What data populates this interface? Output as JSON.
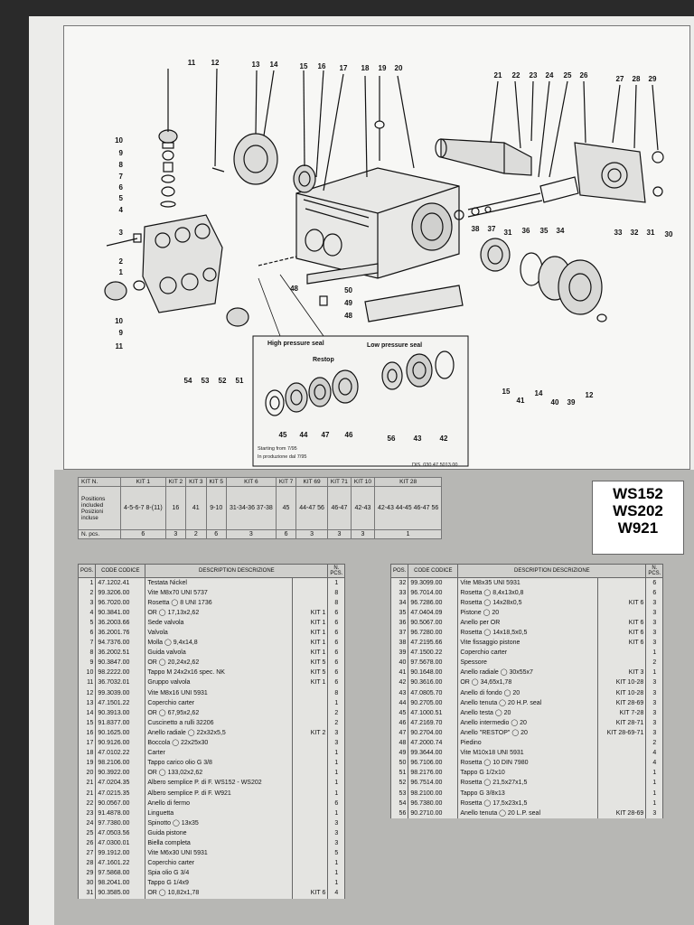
{
  "diagram": {
    "top_callouts": [
      "11",
      "12",
      "13",
      "14",
      "15",
      "16",
      "17",
      "18",
      "19",
      "20",
      "21",
      "22",
      "23",
      "24",
      "25",
      "26",
      "27",
      "28",
      "29"
    ],
    "left_callouts": [
      "10",
      "9",
      "8",
      "7",
      "6",
      "5",
      "4",
      "3",
      "2",
      "1",
      "10",
      "9",
      "11"
    ],
    "right_callouts": [
      "38",
      "37",
      "31",
      "36",
      "35",
      "34",
      "33",
      "32",
      "31",
      "30"
    ],
    "bottom_callouts": [
      "54",
      "53",
      "52",
      "51",
      "15",
      "41",
      "14",
      "40",
      "39",
      "12"
    ],
    "mid_callouts": [
      "48",
      "50",
      "49",
      "48"
    ],
    "high_pressure_label": "High pressure seal",
    "low_pressure_label": "Low pressure seal",
    "restop_label": "Restop",
    "seal_callouts": [
      "45",
      "44",
      "47",
      "46",
      "56",
      "43",
      "42"
    ],
    "starting_from_en": "Starting from 7/95",
    "starting_from_it": "In produzione dal 7/95",
    "dis_code": "DIS. 030 47.5013.00"
  },
  "kits": {
    "header_label": "KIT N.",
    "kit_names": [
      "KIT 1",
      "KIT 2",
      "KIT 3",
      "KIT 5",
      "KIT 6",
      "KIT 7",
      "KIT 69",
      "KIT 71",
      "KIT 10",
      "KIT 28"
    ],
    "positions_label": "Positions included",
    "positions_label_it": "Posizioni incluse",
    "positions": [
      "4-5-6-7 8-(11)",
      "16",
      "41",
      "9-10",
      "31-34-36 37-38",
      "45",
      "44-47 56",
      "46-47",
      "42-43",
      "42-43 44-45 46-47 56"
    ],
    "pcs_label": "N. pcs.",
    "pcs": [
      "6",
      "3",
      "2",
      "6",
      "3",
      "6",
      "3",
      "3",
      "3",
      "1"
    ]
  },
  "models": [
    "WS152",
    "WS202",
    "W921"
  ],
  "parts_header": {
    "pos": "POS.",
    "code": "CODE CODICE",
    "desc": "DESCRIPTION DESCRIZIONE",
    "pcs": "N. PCS."
  },
  "parts_left": [
    [
      "1",
      "47.1202.41",
      "Testata Nickel",
      "",
      "1"
    ],
    [
      "2",
      "99.3206.00",
      "Vite M8x70 UNI 5737",
      "",
      "8"
    ],
    [
      "3",
      "96.7020.00",
      "Rosetta ◯ 8 UNI 1736",
      "",
      "8"
    ],
    [
      "4",
      "90.3841.00",
      "OR ◯ 17,13x2,62",
      "KIT 1",
      "6"
    ],
    [
      "5",
      "36.2003.66",
      "Sede valvola",
      "KIT 1",
      "6"
    ],
    [
      "6",
      "36.2001.76",
      "Valvola",
      "KIT 1",
      "6"
    ],
    [
      "7",
      "94.7376.00",
      "Molla ◯ 9,4x14,8",
      "KIT 1",
      "6"
    ],
    [
      "8",
      "36.2002.51",
      "Guida valvola",
      "KIT 1",
      "6"
    ],
    [
      "9",
      "90.3847.00",
      "OR ◯ 20,24x2,62",
      "KIT 5",
      "6"
    ],
    [
      "10",
      "98.2222.00",
      "Tappo M 24x2x16 spec. NK",
      "KIT 5",
      "6"
    ],
    [
      "11",
      "36.7032.01",
      "Gruppo valvola",
      "KIT 1",
      "6"
    ],
    [
      "12",
      "99.3039.00",
      "Vite M8x16 UNI 5931",
      "",
      "8"
    ],
    [
      "13",
      "47.1501.22",
      "Coperchio carter",
      "",
      "1"
    ],
    [
      "14",
      "90.3913.00",
      "OR ◯ 67,95x2,62",
      "",
      "2"
    ],
    [
      "15",
      "91.8377.00",
      "Cuscinetto a rulli 32206",
      "",
      "2"
    ],
    [
      "16",
      "90.1625.00",
      "Anello radiale ◯ 22x32x5,5",
      "KIT 2",
      "3"
    ],
    [
      "17",
      "90.9126.00",
      "Boccola ◯ 22x25x30",
      "",
      "3"
    ],
    [
      "18",
      "47.0102.22",
      "Carter",
      "",
      "1"
    ],
    [
      "19",
      "98.2106.00",
      "Tappo carico olio G 3/8",
      "",
      "1"
    ],
    [
      "20",
      "90.3922.00",
      "OR ◯ 133,02x2,62",
      "",
      "1"
    ],
    [
      "21",
      "47.0204.35",
      "Albero semplice P. di F. WS152 - WS202",
      "",
      "1"
    ],
    [
      "21",
      "47.0215.35",
      "Albero semplice P. di F. W921",
      "",
      "1"
    ],
    [
      "22",
      "90.0567.00",
      "Anello di fermo",
      "",
      "6"
    ],
    [
      "23",
      "91.4878.00",
      "Linguetta",
      "",
      "1"
    ],
    [
      "24",
      "97.7380.00",
      "Spinotto ◯ 13x35",
      "",
      "3"
    ],
    [
      "25",
      "47.0503.56",
      "Guida pistone",
      "",
      "3"
    ],
    [
      "26",
      "47.0300.01",
      "Biella completa",
      "",
      "3"
    ],
    [
      "27",
      "99.1912.00",
      "Vite M6x30 UNI 5931",
      "",
      "5"
    ],
    [
      "28",
      "47.1601.22",
      "Coperchio carter",
      "",
      "1"
    ],
    [
      "29",
      "97.5868.00",
      "Spia olio G 3/4",
      "",
      "1"
    ],
    [
      "30",
      "98.2041.00",
      "Tappo G 1/4x9",
      "",
      "1"
    ],
    [
      "31",
      "90.3585.00",
      "OR ◯ 10,82x1,78",
      "KIT 6",
      "4"
    ]
  ],
  "parts_right": [
    [
      "32",
      "99.3099.00",
      "Vite M8x35 UNI 5931",
      "",
      "6"
    ],
    [
      "33",
      "96.7014.00",
      "Rosetta ◯ 8,4x13x0,8",
      "",
      "6"
    ],
    [
      "34",
      "96.7286.00",
      "Rosetta ◯ 14x28x0,5",
      "KIT 6",
      "3"
    ],
    [
      "35",
      "47.0404.09",
      "Pistone ◯ 20",
      "",
      "3"
    ],
    [
      "36",
      "90.5067.00",
      "Anello per OR",
      "KIT 6",
      "3"
    ],
    [
      "37",
      "96.7280.00",
      "Rosetta ◯ 14x18,5x0,5",
      "KIT 6",
      "3"
    ],
    [
      "38",
      "47.2195.66",
      "Vite fissaggio pistone",
      "KIT 6",
      "3"
    ],
    [
      "39",
      "47.1500.22",
      "Coperchio carter",
      "",
      "1"
    ],
    [
      "40",
      "97.5678.00",
      "Spessore",
      "",
      "2"
    ],
    [
      "41",
      "90.1648.00",
      "Anello radiale ◯ 30x55x7",
      "KIT 3",
      "1"
    ],
    [
      "42",
      "90.3616.00",
      "OR ◯ 34,65x1,78",
      "KIT 10-28",
      "3"
    ],
    [
      "43",
      "47.0805.70",
      "Anello di fondo ◯ 20",
      "KIT 10-28",
      "3"
    ],
    [
      "44",
      "90.2705.00",
      "Anello tenuta ◯ 20 H.P. seal",
      "KIT 28-69",
      "3"
    ],
    [
      "45",
      "47.1000.51",
      "Anello testa ◯ 20",
      "KIT 7-28",
      "3"
    ],
    [
      "46",
      "47.2169.70",
      "Anello intermedio ◯ 20",
      "KIT 28-71",
      "3"
    ],
    [
      "47",
      "90.2704.00",
      "Anello \"RESTOP\" ◯ 20",
      "KIT 28-69-71",
      "3"
    ],
    [
      "48",
      "47.2000.74",
      "Piedino",
      "",
      "2"
    ],
    [
      "49",
      "99.3644.00",
      "Vite M10x18 UNI 5931",
      "",
      "4"
    ],
    [
      "50",
      "96.7106.00",
      "Rosetta ◯ 10 DIN 7980",
      "",
      "4"
    ],
    [
      "51",
      "98.2176.00",
      "Tappo G 1/2x10",
      "",
      "1"
    ],
    [
      "52",
      "96.7514.00",
      "Rosetta ◯ 21,5x27x1,5",
      "",
      "1"
    ],
    [
      "53",
      "98.2100.00",
      "Tappo G 3/8x13",
      "",
      "1"
    ],
    [
      "54",
      "96.7380.00",
      "Rosetta ◯ 17,5x23x1,5",
      "",
      "1"
    ],
    [
      "56",
      "90.2710.00",
      "Anello tenuta ◯ 20 L.P. seal",
      "KIT 28-69",
      "3"
    ]
  ]
}
